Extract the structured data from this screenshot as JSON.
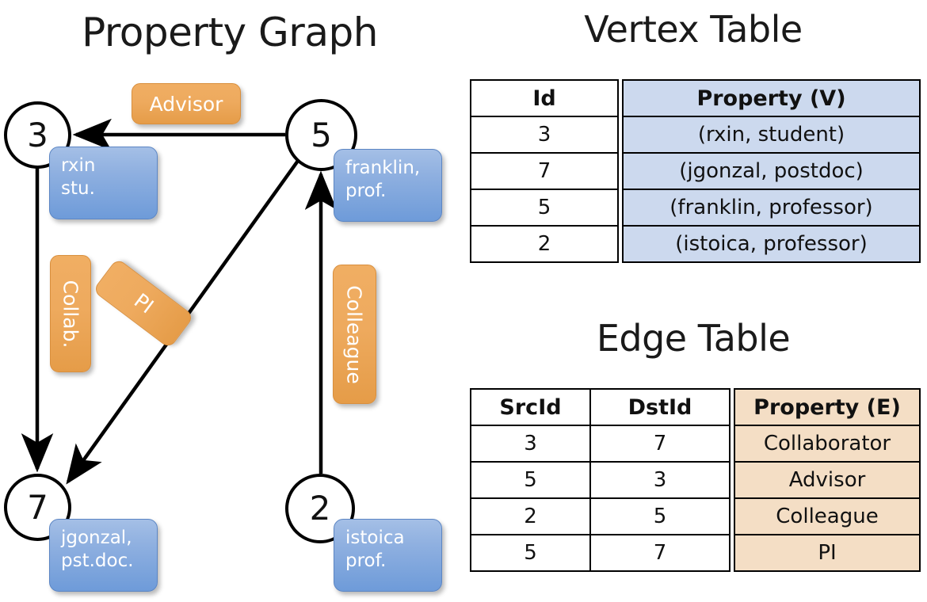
{
  "titles": {
    "property_graph": "Property Graph",
    "vertex_table": "Vertex Table",
    "edge_table": "Edge Table"
  },
  "graph": {
    "nodes": [
      {
        "id": "3",
        "property_line1": "rxin",
        "property_line2": "stu."
      },
      {
        "id": "5",
        "property_line1": "franklin,",
        "property_line2": "prof."
      },
      {
        "id": "7",
        "property_line1": "jgonzal,",
        "property_line2": "pst.doc."
      },
      {
        "id": "2",
        "property_line1": "istoica",
        "property_line2": "prof."
      }
    ],
    "node_props": {
      "rxin": "rxin\nstu.",
      "franklin": "franklin,\nprof.",
      "jgonzal": "jgonzal,\npst.doc.",
      "istoica": "istoica\nprof."
    },
    "edge_labels": {
      "advisor": "Advisor",
      "collab": "Collab.",
      "pi": "PI",
      "colleague": "Colleague"
    }
  },
  "vertex_table": {
    "headers": [
      "Id",
      "Property (V)"
    ],
    "rows": [
      {
        "id": "3",
        "property": "(rxin, student)"
      },
      {
        "id": "7",
        "property": "(jgonzal, postdoc)"
      },
      {
        "id": "5",
        "property": "(franklin, professor)"
      },
      {
        "id": "2",
        "property": "(istoica, professor)"
      }
    ]
  },
  "edge_table": {
    "headers": [
      "SrcId",
      "DstId",
      "Property (E)"
    ],
    "rows": [
      {
        "src": "3",
        "dst": "7",
        "property": "Collaborator"
      },
      {
        "src": "5",
        "dst": "3",
        "property": "Advisor"
      },
      {
        "src": "2",
        "dst": "5",
        "property": "Colleague"
      },
      {
        "src": "5",
        "dst": "7",
        "property": "PI"
      }
    ]
  },
  "colors": {
    "vertex_cell": "#ccd9ee",
    "edge_cell": "#f4dec5",
    "node_property_box": "#8fb0e0",
    "edge_label_chip": "#eeaa5e"
  }
}
